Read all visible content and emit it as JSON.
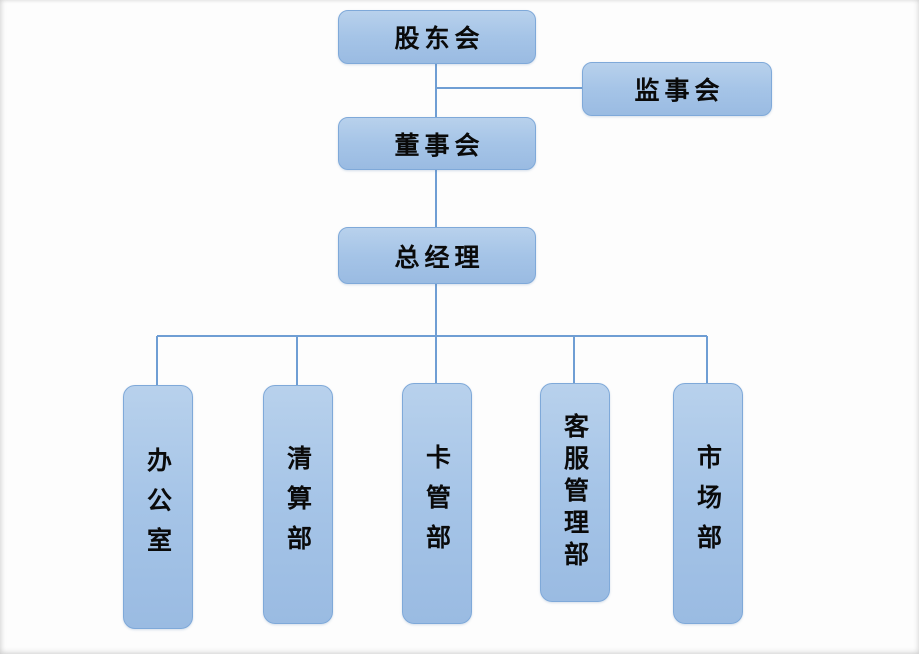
{
  "org_chart": {
    "nodes": [
      {
        "id": "shareholders_meeting",
        "label": "股东会"
      },
      {
        "id": "board_of_supervisors",
        "label": "监事会"
      },
      {
        "id": "board_of_directors",
        "label": "董事会"
      },
      {
        "id": "general_manager",
        "label": "总经理"
      },
      {
        "id": "office",
        "label": "办公室"
      },
      {
        "id": "clearing_dept",
        "label": "清算部"
      },
      {
        "id": "card_mgmt_dept",
        "label": "卡管部"
      },
      {
        "id": "customer_service_mgmt_dept",
        "label": "客服管理部"
      },
      {
        "id": "marketing_dept",
        "label": "市场部"
      }
    ],
    "edges": [
      {
        "from": "shareholders_meeting",
        "to": "board_of_directors"
      },
      {
        "from": "shareholders_meeting",
        "to": "board_of_supervisors"
      },
      {
        "from": "board_of_directors",
        "to": "general_manager"
      },
      {
        "from": "general_manager",
        "to": "office"
      },
      {
        "from": "general_manager",
        "to": "clearing_dept"
      },
      {
        "from": "general_manager",
        "to": "card_mgmt_dept"
      },
      {
        "from": "general_manager",
        "to": "customer_service_mgmt_dept"
      },
      {
        "from": "general_manager",
        "to": "marketing_dept"
      }
    ],
    "colors": {
      "box_fill_top": "#b8d1ec",
      "box_fill_bottom": "#9abbe2",
      "box_border": "#7fa9d9",
      "connector_line": "#6f9ed4",
      "text": "#0a0a0a",
      "background": "#fdfdfd"
    }
  }
}
